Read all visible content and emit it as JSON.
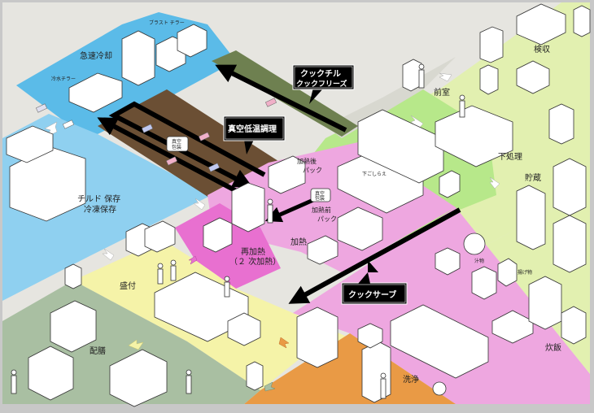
{
  "diagram": {
    "title": "Cook-chill kitchen zone layout",
    "colors": {
      "background": "#e6e5e0",
      "frame": "#c8c8c8",
      "blast_chill": "#5bbbe8",
      "chilled_storage": "#8fd0f0",
      "vacuum_lane": "#6b4f34",
      "cookchill_lane": "#6e8050",
      "heating": "#eea7e0",
      "reheating": "#e870d0",
      "plating": "#f5f3a8",
      "delivery": "#a9bfa2",
      "washing": "#e99a45",
      "prep": "#b7e88a",
      "receiving": "#e2f0b0",
      "storage": "#e2f0b0",
      "arrow_black": "#000000",
      "arrow_light": "#ffffff",
      "callout_bg": "#000000",
      "callout_text": "#ffffff"
    },
    "zones": {
      "blast_chill": "急速冷却",
      "chilled_storage_1": "チルド 保存",
      "chilled_storage_2": "冷凍保存",
      "heating": "加熱",
      "reheating_1": "再加熱",
      "reheating_2": "（２ 次加熱）",
      "plating": "盛付",
      "delivery": "配膳",
      "washing": "洗浄",
      "rice_cooking": "炊飯",
      "prep": "下処理",
      "storage": "貯蔵",
      "receiving": "検収",
      "anteroom": "前室"
    },
    "small_labels": {
      "blast_chiller": "ブラスト チラー",
      "water_chiller": "冷水チラー",
      "after_heat_pack_1": "加熱後",
      "after_heat_pack_2": "パック",
      "before_heat_pack_1": "加熱前",
      "before_heat_pack_2": "パック",
      "vacuum_pack_1": "真空",
      "vacuum_pack_2": "包装",
      "prep_station": "下ごしらえ",
      "soup": "汁物",
      "fried": "揚げ物"
    },
    "callouts": {
      "cookchill_1": "クックチル",
      "cookchill_2": "クックフリーズ",
      "vacuum_cooking": "真空低温調理",
      "cookserve": "クックサーブ"
    }
  }
}
